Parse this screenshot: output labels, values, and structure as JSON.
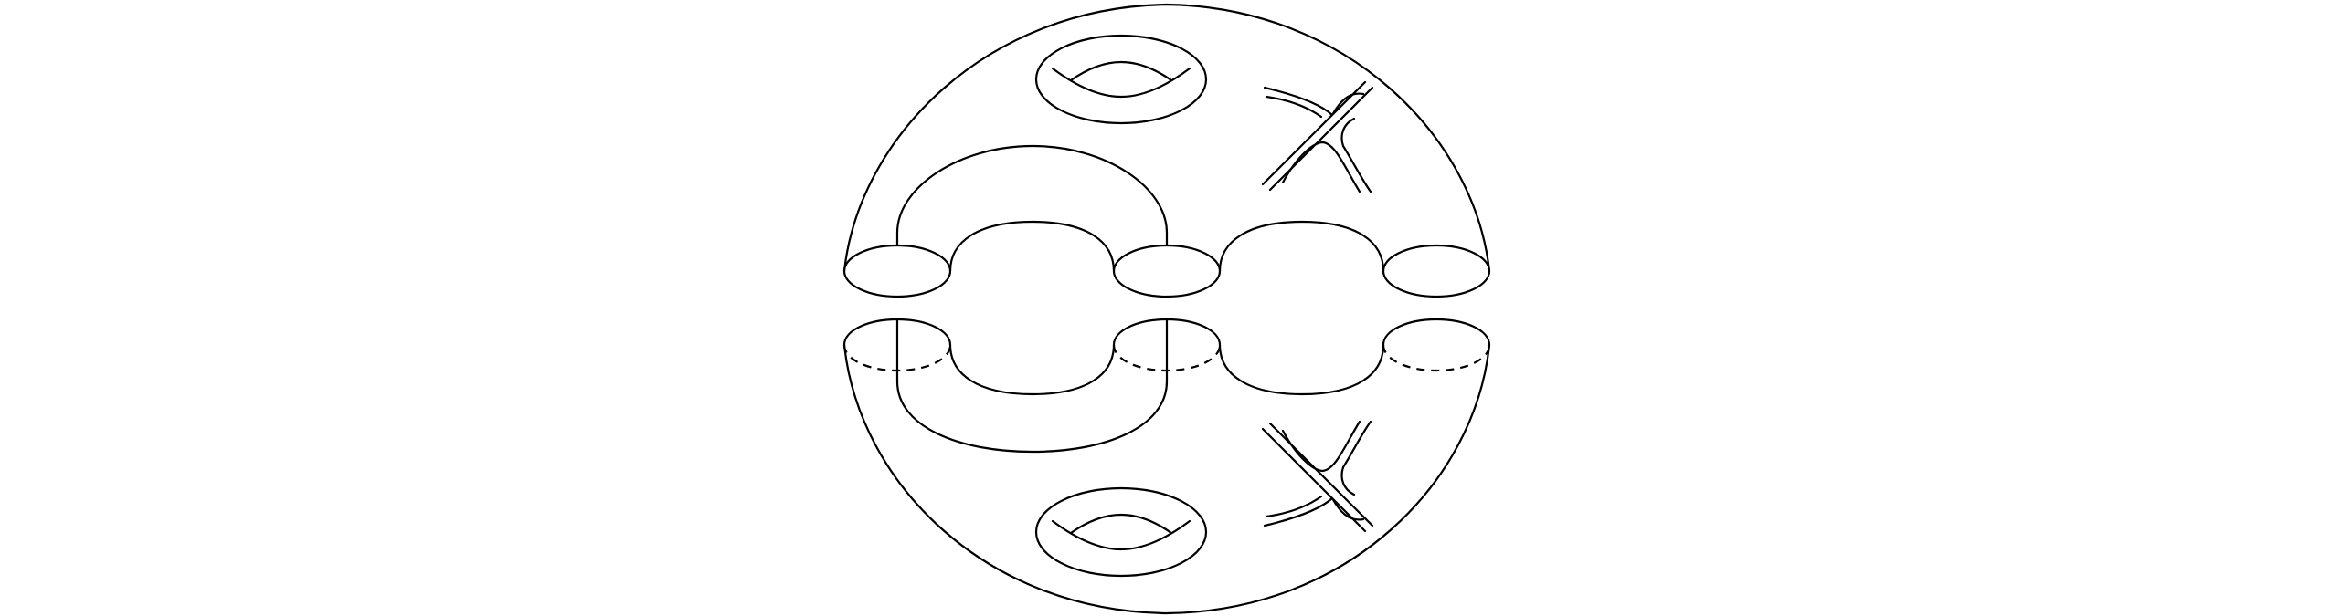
{
  "diagram": {
    "colors": {
      "background": "#ffffff",
      "stroke": "#000000"
    },
    "parts": [
      "upper-half-surface",
      "lower-half-surface",
      "boundary-circles",
      "handle-tubes",
      "torus-handles",
      "crossing-bands"
    ]
  }
}
